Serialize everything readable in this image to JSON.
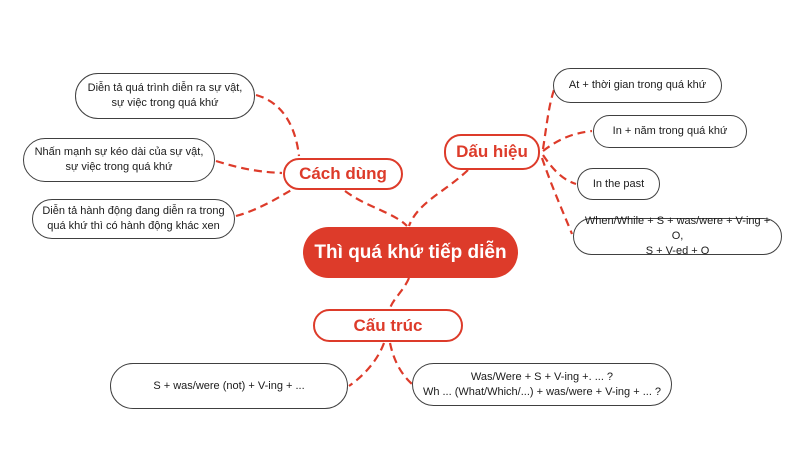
{
  "palette": {
    "red": "#DD3B2A",
    "leaf_border": "#404040",
    "leaf_text": "#1B1B1B",
    "background": "#FFFFFF",
    "center_text_color": "#FFFFFF"
  },
  "center": {
    "label": "Thì quá khứ tiếp diễn"
  },
  "branches": {
    "cach_dung": {
      "label": "Cách dùng",
      "children": [
        "Diễn tả quá trình diễn ra sự vật,\nsự việc trong quá khứ",
        "Nhấn mạnh sự kéo dài của sự vật,\nsự việc trong quá khứ",
        "Diễn tả hành động đang diễn ra trong\nquá khứ thì có hành động khác xen"
      ]
    },
    "dau_hieu": {
      "label": "Dấu hiệu",
      "children": [
        "At + thời gian trong quá khứ",
        "In + năm trong quá khứ",
        "In the past",
        "When/While + S + was/were + V-ing + O,\nS + V-ed + O"
      ]
    },
    "cau_truc": {
      "label": "Cấu trúc",
      "children": [
        "S + was/were (not) + V-ing + ...",
        "Was/Were + S + V-ing +. ... ?\nWh ... (What/Which/...) + was/were + V-ing + ... ?"
      ]
    }
  }
}
